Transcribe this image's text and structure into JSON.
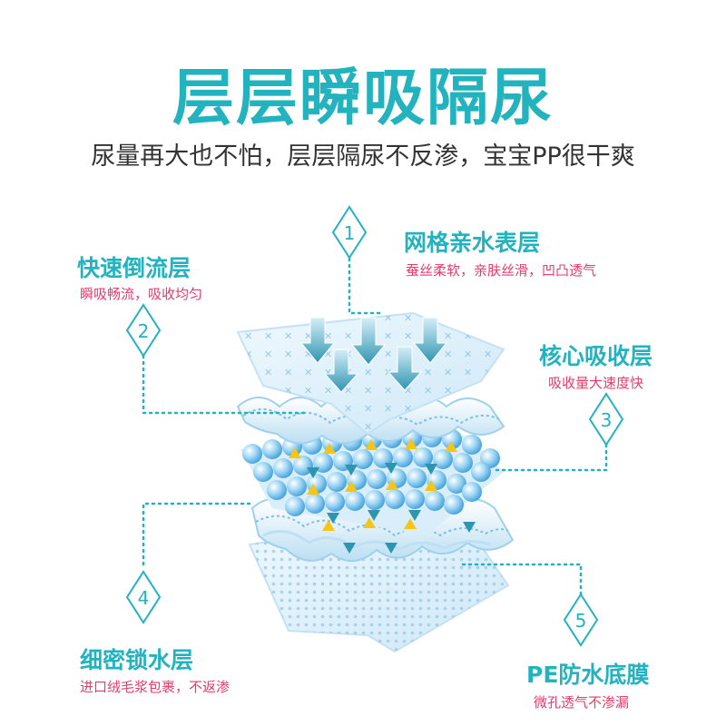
{
  "header": {
    "title": "层层瞬吸隔尿",
    "subtitle": "尿量再大也不怕，层层隔尿不反渗，宝宝PP很干爽"
  },
  "layers": [
    {
      "number": "1",
      "title": "网格亲水表层",
      "desc": "蚕丝柔软，亲肤丝滑，凹凸透气"
    },
    {
      "number": "2",
      "title": "快速倒流层",
      "desc": "瞬吸畅流，吸收均匀"
    },
    {
      "number": "3",
      "title": "核心吸收层",
      "desc": "吸收量大速度快"
    },
    {
      "number": "4",
      "title": "细密锁水层",
      "desc": "进口绒毛浆包裹，不返渗"
    },
    {
      "number": "5",
      "title": "PE防水底膜",
      "desc": "微孔透气不渗漏"
    }
  ],
  "colors": {
    "accent": "#22b3bf",
    "desc_text": "#e83a6a",
    "body_text": "#333333",
    "arrow_yellow": "#f5c518"
  }
}
